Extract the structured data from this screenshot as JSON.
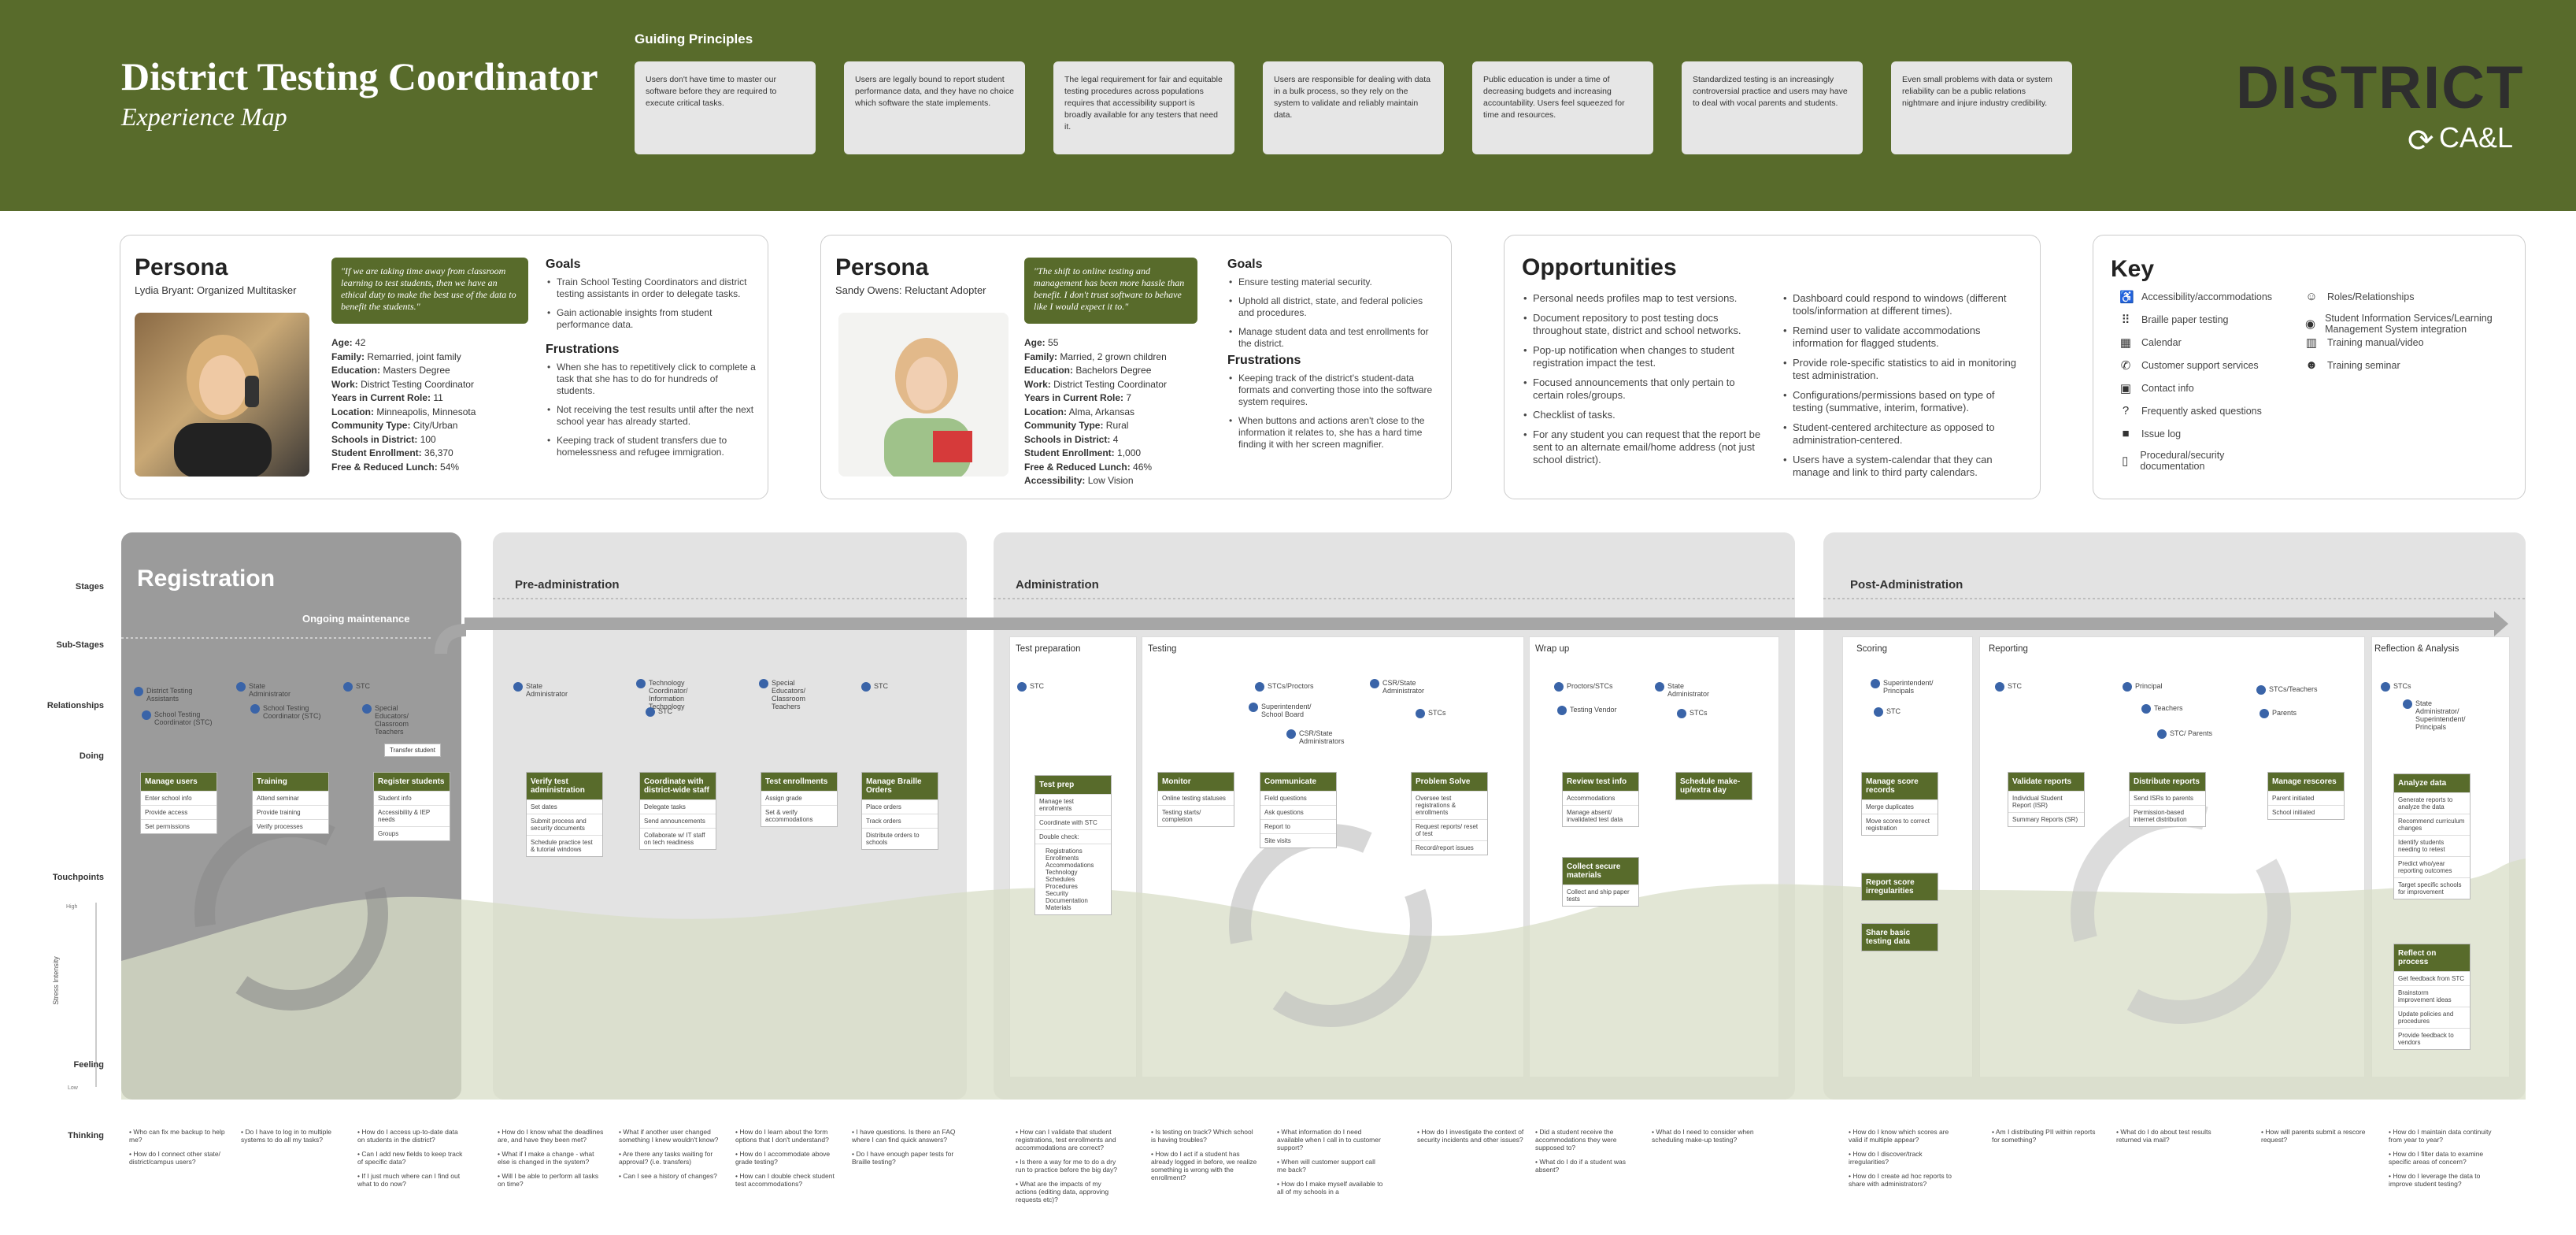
{
  "header": {
    "title": "District Testing Coordinator",
    "subtitle": "Experience Map",
    "guiding_title": "Guiding Principles",
    "principles": [
      "Users don't have time to master our software before they are required to execute critical tasks.",
      "Users are legally bound to report student performance data, and they have no choice which software the state implements.",
      "The legal requirement for fair and equitable testing procedures across populations requires that accessibility support is broadly available for any testers that need it.",
      "Users are responsible for dealing with data in a bulk process, so they rely on the system to validate and reliably maintain data.",
      "Public education is under a time of decreasing budgets and increasing accountability. Users feel squeezed for time and resources.",
      "Standardized testing is an increasingly controversial practice and users may have to deal with vocal parents and students.",
      "Even small problems with data or system reliability can be a public relations nightmare and injure industry credibility."
    ],
    "logo": "DISTRICT",
    "logo_sub": "CA&L",
    "colors": {
      "header": "#586b2b",
      "accent": "#3a64a8"
    }
  },
  "persona1": {
    "heading": "Persona",
    "name": "Lydia Bryant: Organized Multitasker",
    "quote": "\"If we are taking time away from classroom learning to test students, then we have an ethical duty to make the best use of the data to benefit the students.\"",
    "stats": [
      [
        "Age:",
        "42"
      ],
      [
        "Family:",
        "Remarried, joint family"
      ],
      [
        "Education:",
        "Masters Degree"
      ],
      [
        "Work:",
        "District Testing Coordinator"
      ],
      [
        "Years in Current Role:",
        "11"
      ],
      [
        "Location:",
        "Minneapolis, Minnesota"
      ],
      [
        "Community Type:",
        "City/Urban"
      ],
      [
        "Schools in District:",
        "100"
      ],
      [
        "Student Enrollment:",
        "36,370"
      ],
      [
        "Free & Reduced Lunch:",
        "54%"
      ]
    ],
    "goals_h": "Goals",
    "goals": [
      "Train School Testing Coordinators and district testing assistants in order to delegate tasks.",
      "Gain actionable insights from student performance data."
    ],
    "frus_h": "Frustrations",
    "frustrations": [
      "When she has to repetitively click to complete a task that she has to do for hundreds of students.",
      "Not receiving the test results until after the next school year has already started.",
      "Keeping track of student transfers due to homelessness and refugee immigration."
    ]
  },
  "persona2": {
    "heading": "Persona",
    "name": "Sandy Owens: Reluctant Adopter",
    "quote": "\"The shift to online testing and management has been more hassle than benefit. I don't trust software to behave like I would expect it to.\"",
    "stats": [
      [
        "Age:",
        "55"
      ],
      [
        "Family:",
        "Married, 2 grown children"
      ],
      [
        "Education:",
        "Bachelors Degree"
      ],
      [
        "Work:",
        "District Testing Coordinator"
      ],
      [
        "Years in Current Role:",
        "7"
      ],
      [
        "Location:",
        "Alma, Arkansas"
      ],
      [
        "Community Type:",
        "Rural"
      ],
      [
        "Schools in District:",
        "4"
      ],
      [
        "Student Enrollment:",
        "1,000"
      ],
      [
        "Free & Reduced Lunch:",
        "46%"
      ],
      [
        "Accessibility:",
        "Low Vision"
      ]
    ],
    "goals_h": "Goals",
    "goals": [
      "Ensure testing material security.",
      "Uphold all district, state, and federal policies and procedures.",
      "Manage student data and test enrollments for the district."
    ],
    "frus_h": "Frustrations",
    "frustrations": [
      "Keeping track of the district's student-data formats and converting those into the software system requires.",
      "When buttons and actions aren't close to the information it relates to, she has a hard time finding it with her screen magnifier."
    ]
  },
  "opportunities": {
    "heading": "Opportunities",
    "col1": [
      "Personal needs profiles map to test versions.",
      "Document repository to post testing docs throughout state, district and school networks.",
      "Pop-up notification when changes to student registration impact the test.",
      "Focused announcements that only pertain to certain roles/groups.",
      "Checklist of tasks.",
      "For any student you can request that the report be sent to an alternate email/home address (not just school district)."
    ],
    "col2": [
      "Dashboard could respond to windows (different tools/information at different times).",
      "Remind user to validate accommodations information for flagged students.",
      "Provide role-specific statistics to aid in monitoring test administration.",
      "Configurations/permissions based on type of testing (summative, interim, formative).",
      "Student-centered architecture as opposed to administration-centered.",
      "Users have a system-calendar that they can manage and link to third party calendars."
    ]
  },
  "key": {
    "heading": "Key",
    "col1": [
      [
        "♿",
        "Accessibility/accommodations"
      ],
      [
        "⠿",
        "Braille paper testing"
      ],
      [
        "▦",
        "Calendar"
      ],
      [
        "✆",
        "Customer support services"
      ],
      [
        "▣",
        "Contact info"
      ],
      [
        "?",
        "Frequently asked questions"
      ],
      [
        "■",
        "Issue log"
      ],
      [
        "▯",
        "Procedural/security documentation"
      ]
    ],
    "col2": [
      [
        "☺",
        "Roles/Relationships"
      ],
      [
        "◉",
        "Student Information Services/Learning Management System integration"
      ],
      [
        "▥",
        "Training manual/video"
      ],
      [
        "☻",
        "Training seminar"
      ]
    ]
  },
  "map": {
    "row_labels": {
      "stages": "Stages",
      "substages": "Sub-Stages",
      "relationships": "Relationships",
      "doing": "Doing",
      "touchpoints": "Touchpoints",
      "stress": "Stress Intensity",
      "high": "High",
      "low": "Low",
      "feeling": "Feeling",
      "thinking": "Thinking"
    },
    "stages": {
      "registration": "Registration",
      "ongoing": "Ongoing maintenance",
      "preadmin": "Pre-administration",
      "admin": "Administration",
      "postadmin": "Post-Administration"
    },
    "substages": {
      "testprep": "Test preparation",
      "testing": "Testing",
      "wrapup": "Wrap up",
      "scoring": "Scoring",
      "reporting": "Reporting",
      "reflection": "Reflection & Analysis"
    },
    "rels": {
      "r1": "District Testing Assistants",
      "r2": "School Testing Coordinator (STC)",
      "r3": "State Administrator",
      "r4": "School Testing Coordinator (STC)",
      "r5": "STC",
      "r6": "Special Educators/ Classroom Teachers",
      "r7": "State Administrator",
      "r8": "Technology Coordinator/ Information Technology",
      "r9": "STC",
      "r10": "Special Educators/ Classroom Teachers",
      "r11": "STC",
      "r12": "STC",
      "r13": "STCs/Proctors",
      "r14": "Superintendent/ School Board",
      "r15": "CSR/State Administrators",
      "r16": "CSR/State Administrator",
      "r17": "STCs",
      "r18": "Proctors/STCs",
      "r19": "Testing Vendor",
      "r20": "State Administrator",
      "r21": "STCs",
      "r22": "Superintendent/ Principals",
      "r23": "STC",
      "r24": "STC",
      "r25": "Principal",
      "r26": "Teachers",
      "r27": "STC/ Parents",
      "r28": "STCs/Teachers",
      "r29": "Parents",
      "r30": "STCs",
      "r31": "State Administrator/ Superintendent/ Principals"
    },
    "tasks": {
      "t1": {
        "h": "Manage users",
        "i": [
          "Enter school info",
          "Provide access",
          "Set permissions"
        ]
      },
      "t2": {
        "h": "Training",
        "i": [
          "Attend seminar",
          "Provide training",
          "Verify processes"
        ]
      },
      "t3": {
        "h": "Register students",
        "i": [
          "Student info",
          "Accessibility & IEP needs",
          "Groups"
        ]
      },
      "t3b": "Transfer student",
      "t4": {
        "h": "Verify test administration",
        "i": [
          "Set dates",
          "Submit process and security documents",
          "Schedule practice test & tutorial windows"
        ]
      },
      "t5": {
        "h": "Coordinate with district-wide staff",
        "i": [
          "Delegate tasks",
          "Send announcements",
          "Collaborate w/ IT staff on tech readiness"
        ]
      },
      "t6": {
        "h": "Test enrollments",
        "i": [
          "Assign grade",
          "Set & verify accommodations"
        ]
      },
      "t7": {
        "h": "Manage Braille Orders",
        "i": [
          "Place orders",
          "Track orders",
          "Distribute orders to schools"
        ]
      },
      "t8": {
        "h": "Test prep",
        "i": [
          "Manage test enrollments",
          "Coordinate with STC",
          "Double check:"
        ]
      },
      "t8list": [
        "Registrations",
        "Enrollments",
        "Accommodations",
        "Technology",
        "Schedules",
        "Procedures",
        "Security",
        "Documentation",
        "Materials"
      ],
      "t9": {
        "h": "Monitor",
        "i": [
          "Online testing statuses",
          "Testing starts/ completion"
        ]
      },
      "t10": {
        "h": "Communicate",
        "i": [
          "Field questions",
          "Ask questions",
          "Report to",
          "Site visits"
        ]
      },
      "t11": {
        "h": "Problem Solve",
        "i": [
          "Oversee test registrations & enrollments",
          "Request reports/ reset of test",
          "Record/report issues"
        ]
      },
      "t12": {
        "h": "Review test info",
        "i": [
          "Accommodations",
          "Manage absent/ invalidated test data"
        ]
      },
      "t13": {
        "h": "Collect secure materials",
        "i": [
          "Collect and ship paper tests"
        ]
      },
      "t14": {
        "h": "Schedule make-up/extra day",
        "i": []
      },
      "t15": {
        "h": "Manage score records",
        "i": [
          "Merge duplicates",
          "Move scores to correct registration"
        ]
      },
      "t16": {
        "h": "Report score irregularities",
        "i": []
      },
      "t17": {
        "h": "Share basic testing data",
        "i": []
      },
      "t18": {
        "h": "Validate reports",
        "i": [
          "Individual Student Report (ISR)",
          "Summary Reports (SR)"
        ]
      },
      "t19": {
        "h": "Distribute reports",
        "i": [
          "Send ISRs to parents",
          "Permission-based internet distribution"
        ]
      },
      "t20": {
        "h": "Manage rescores",
        "i": [
          "Parent initiated",
          "School initiated"
        ]
      },
      "t21": {
        "h": "Analyze data",
        "i": [
          "Generate reports to analyze the data",
          "Recommend curriculum changes",
          "Identify students needing to retest",
          "Predict who/year reporting outcomes",
          "Target specific schools for improvement"
        ]
      },
      "t22": {
        "h": "Reflect on process",
        "i": [
          "Get feedback from STC",
          "Brainstorm improvement ideas",
          "Update policies and procedures",
          "Provide feedback to vendors"
        ]
      }
    },
    "thinking": [
      [
        "Who can fix me backup to help me?",
        "How do I connect other state/ district/campus users?"
      ],
      [
        "Do I have to log in to multiple systems to do all my tasks?"
      ],
      [
        "How do I access up-to-date data on students in the district?",
        "Can I add new fields to keep track of specific data?",
        "If I just much where can I find out what to do now?"
      ],
      [
        "How do I know what the deadlines are, and have they been met?",
        "What if I make a change - what else is changed in the system?",
        "Will I be able to perform all tasks on time?"
      ],
      [
        "What if another user changed something I knew wouldn't know?",
        "Are there any tasks waiting for approval? (i.e. transfers)",
        "Can I see a history of changes?"
      ],
      [
        "How do I learn about the form options that I don't understand?",
        "How do I accommodate above grade testing?",
        "How can I double check student test accommodations?"
      ],
      [
        "I have questions. Is there an FAQ where I can find quick answers?",
        "Do I have enough paper tests for Braille testing?"
      ],
      [
        "How can I validate that student registrations, test enrollments and accommodations are correct?",
        "Is there a way for me to do a dry run to practice before the big day?",
        "What are the impacts of my actions (editing data, approving requests etc)?"
      ],
      [
        "Is testing on track? Which school is having troubles?",
        "How do I act if a student has already logged in before, we realize something is wrong with the enrollment?"
      ],
      [
        "What information do I need available when I call in to customer support?",
        "When will customer support call me back?",
        "How do I make myself available to all of my schools in a"
      ],
      [
        "How do I investigate the context of security incidents and other issues?"
      ],
      [
        "Did a student receive the accommodations they were supposed to?",
        "What do I do if a student was absent?"
      ],
      [
        "What do I need to consider when scheduling make-up testing?"
      ],
      [
        "How do I know which scores are valid if multiple appear?",
        "How do I discover/track irregularities?",
        "How do I create ad hoc reports to share with administrators?"
      ],
      [
        "Am I distributing PII within reports for something?"
      ],
      [
        "What do I do about test results returned via mail?"
      ],
      [
        "How will parents submit a rescore request?"
      ],
      [
        "How do I maintain data continuity from year to year?",
        "How do I filter data to examine specific areas of concern?",
        "How do I leverage the data to improve student testing?"
      ]
    ]
  }
}
